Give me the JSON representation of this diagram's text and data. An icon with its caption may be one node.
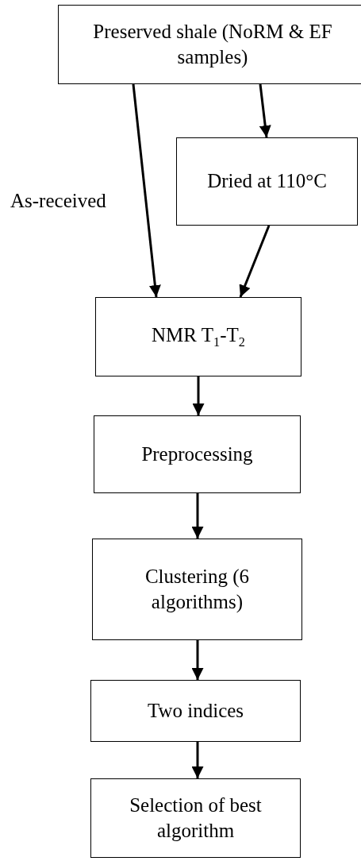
{
  "diagram": {
    "nodes": [
      {
        "text": [
          "Preserved shale (NoRM & EF samples)"
        ]
      },
      {
        "text": [
          "Dried at 110°C"
        ]
      },
      {
        "text": [
          "NMR T$_{1}$-T$_{2}$"
        ]
      },
      {
        "text": [
          "Preprocessing"
        ]
      },
      {
        "text": [
          "Clustering (6 algorithms)"
        ]
      },
      {
        "text": [
          "Two indices"
        ]
      },
      {
        "text": [
          "Selection of best algorithm"
        ]
      }
    ],
    "edges": [
      {
        "from": 0,
        "to": 2,
        "arrow": "to",
        "label": "As-received"
      },
      {
        "from": 0,
        "to": 1,
        "arrow": "to"
      },
      {
        "from": 1,
        "to": 2,
        "arrow": "to"
      },
      {
        "from": 2,
        "to": 3,
        "arrow": "to"
      },
      {
        "from": 3,
        "to": 4,
        "arrow": "to"
      },
      {
        "from": 4,
        "to": 5,
        "arrow": "to"
      },
      {
        "from": 5,
        "to": 6,
        "arrow": "to"
      }
    ]
  }
}
